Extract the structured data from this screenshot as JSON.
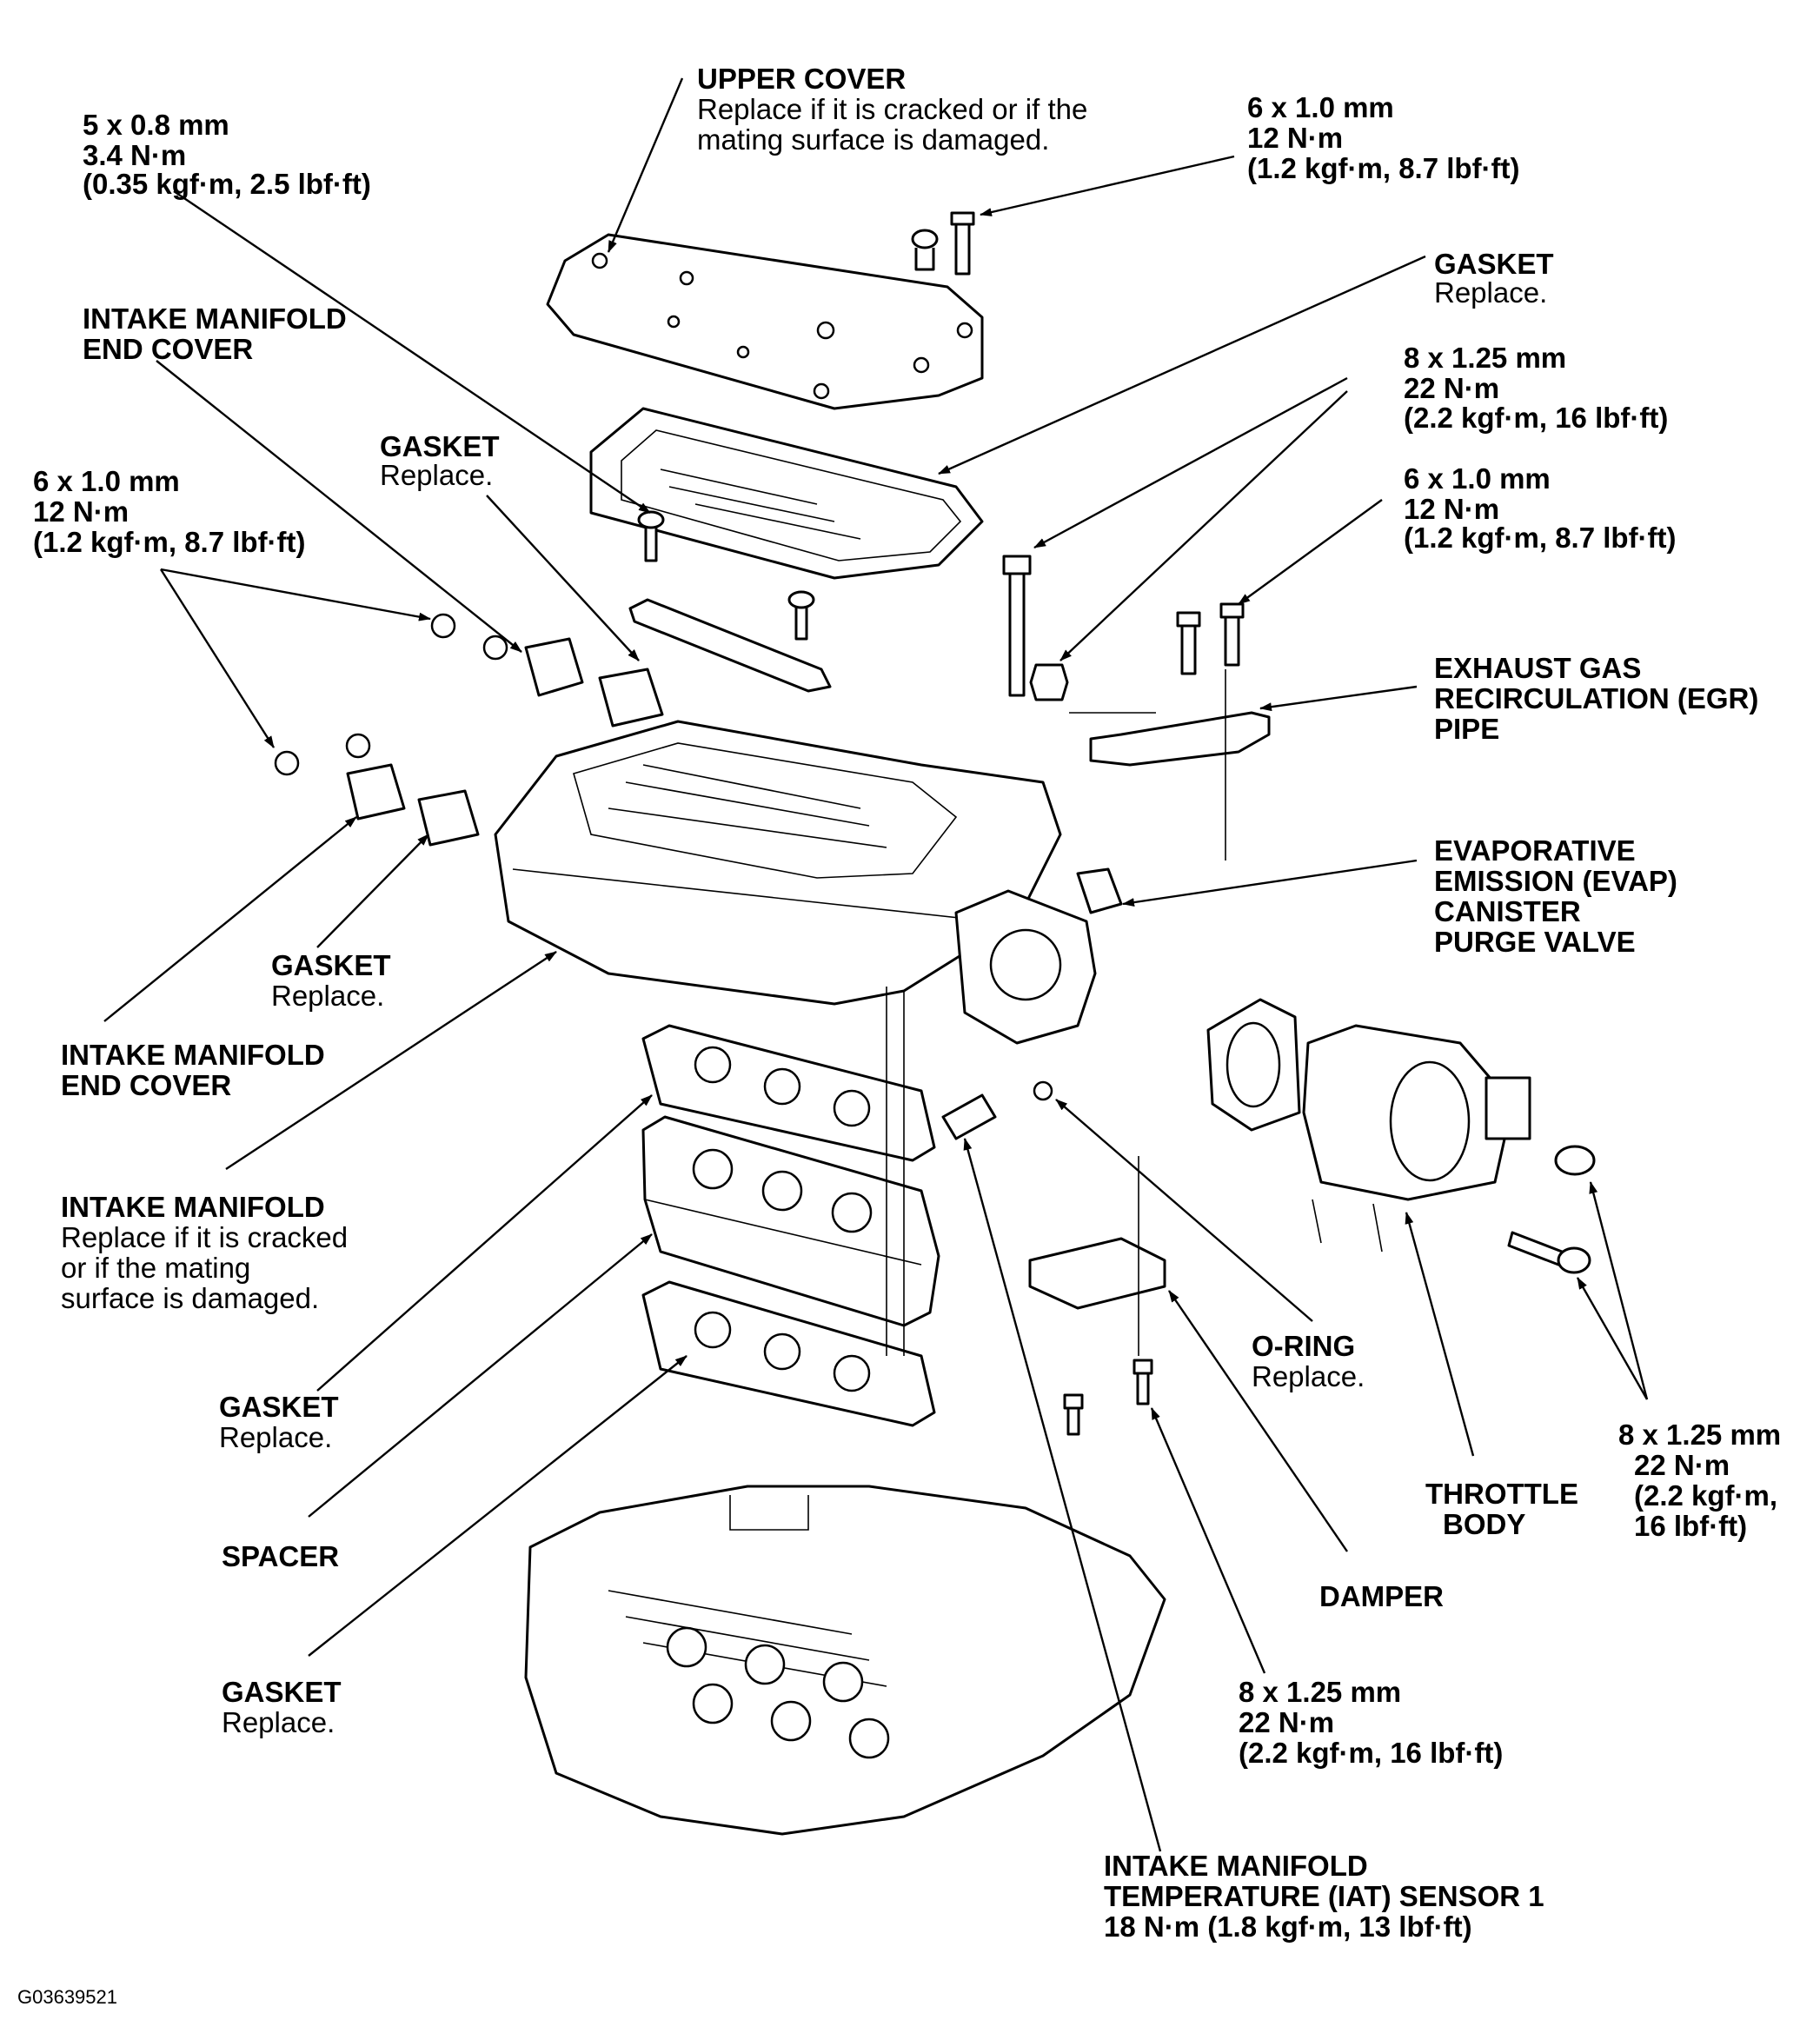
{
  "figure_code": "G03639521",
  "labels": {
    "upper_cover": {
      "title": "UPPER COVER",
      "line1": "Replace if it is cracked or if the",
      "line2": "mating surface is damaged."
    },
    "bolt_5x08": {
      "size": "5 x 0.8 mm",
      "torque": "3.4 N·m",
      "alt": "(0.35 kgf·m, 2.5 lbf·ft)"
    },
    "bolt_6x10_top": {
      "size": "6 x 1.0 mm",
      "torque": "12 N·m",
      "alt": "(1.2 kgf·m, 8.7 lbf·ft)"
    },
    "gasket_upper": {
      "title": "GASKET",
      "note": "Replace."
    },
    "end_cover_top": {
      "line1": "INTAKE MANIFOLD",
      "line2": "END COVER"
    },
    "bolt_8x125_top": {
      "size": "8 x 1.25 mm",
      "torque": "22 N·m",
      "alt": "(2.2 kgf·m, 16 lbf·ft)"
    },
    "gasket_mid": {
      "title": "GASKET",
      "note": "Replace."
    },
    "bolt_6x10_left": {
      "size": "6 x 1.0 mm",
      "torque": "12 N·m",
      "alt": "(1.2 kgf·m, 8.7 lbf·ft)"
    },
    "bolt_6x10_right": {
      "size": "6 x 1.0 mm",
      "torque": "12 N·m",
      "alt": "(1.2 kgf·m, 8.7 lbf·ft)"
    },
    "egr_pipe": {
      "line1": "EXHAUST GAS",
      "line2": "RECIRCULATION (EGR)",
      "line3": "PIPE"
    },
    "evap": {
      "line1": "EVAPORATIVE",
      "line2": "EMISSION (EVAP)",
      "line3": "CANISTER",
      "line4": "PURGE VALVE"
    },
    "gasket_end": {
      "title": "GASKET",
      "note": "Replace."
    },
    "end_cover_bottom": {
      "line1": "INTAKE MANIFOLD",
      "line2": "END COVER"
    },
    "intake_manifold": {
      "title": "INTAKE MANIFOLD",
      "line1": "Replace if it is cracked",
      "line2": "or if the mating",
      "line3": "surface is damaged."
    },
    "gasket_low1": {
      "title": "GASKET",
      "note": "Replace."
    },
    "spacer": {
      "title": "SPACER"
    },
    "gasket_low2": {
      "title": "GASKET",
      "note": "Replace."
    },
    "oring": {
      "title": "O-RING",
      "note": "Replace."
    },
    "throttle_body": {
      "line1": "THROTTLE",
      "line2": "BODY"
    },
    "bolt_8x125_right": {
      "size": "8 x 1.25 mm",
      "torque": "22 N·m",
      "alt1": "(2.2 kgf·m,",
      "alt2": "16 lbf·ft)"
    },
    "damper": {
      "title": "DAMPER"
    },
    "bolt_8x125_bottom": {
      "size": "8 x 1.25 mm",
      "torque": "22 N·m",
      "alt": "(2.2 kgf·m, 16 lbf·ft)"
    },
    "iat_sensor": {
      "line1": "INTAKE MANIFOLD",
      "line2": "TEMPERATURE (IAT) SENSOR 1",
      "line3": "18 N·m (1.8 kgf·m, 13 lbf·ft)"
    }
  }
}
